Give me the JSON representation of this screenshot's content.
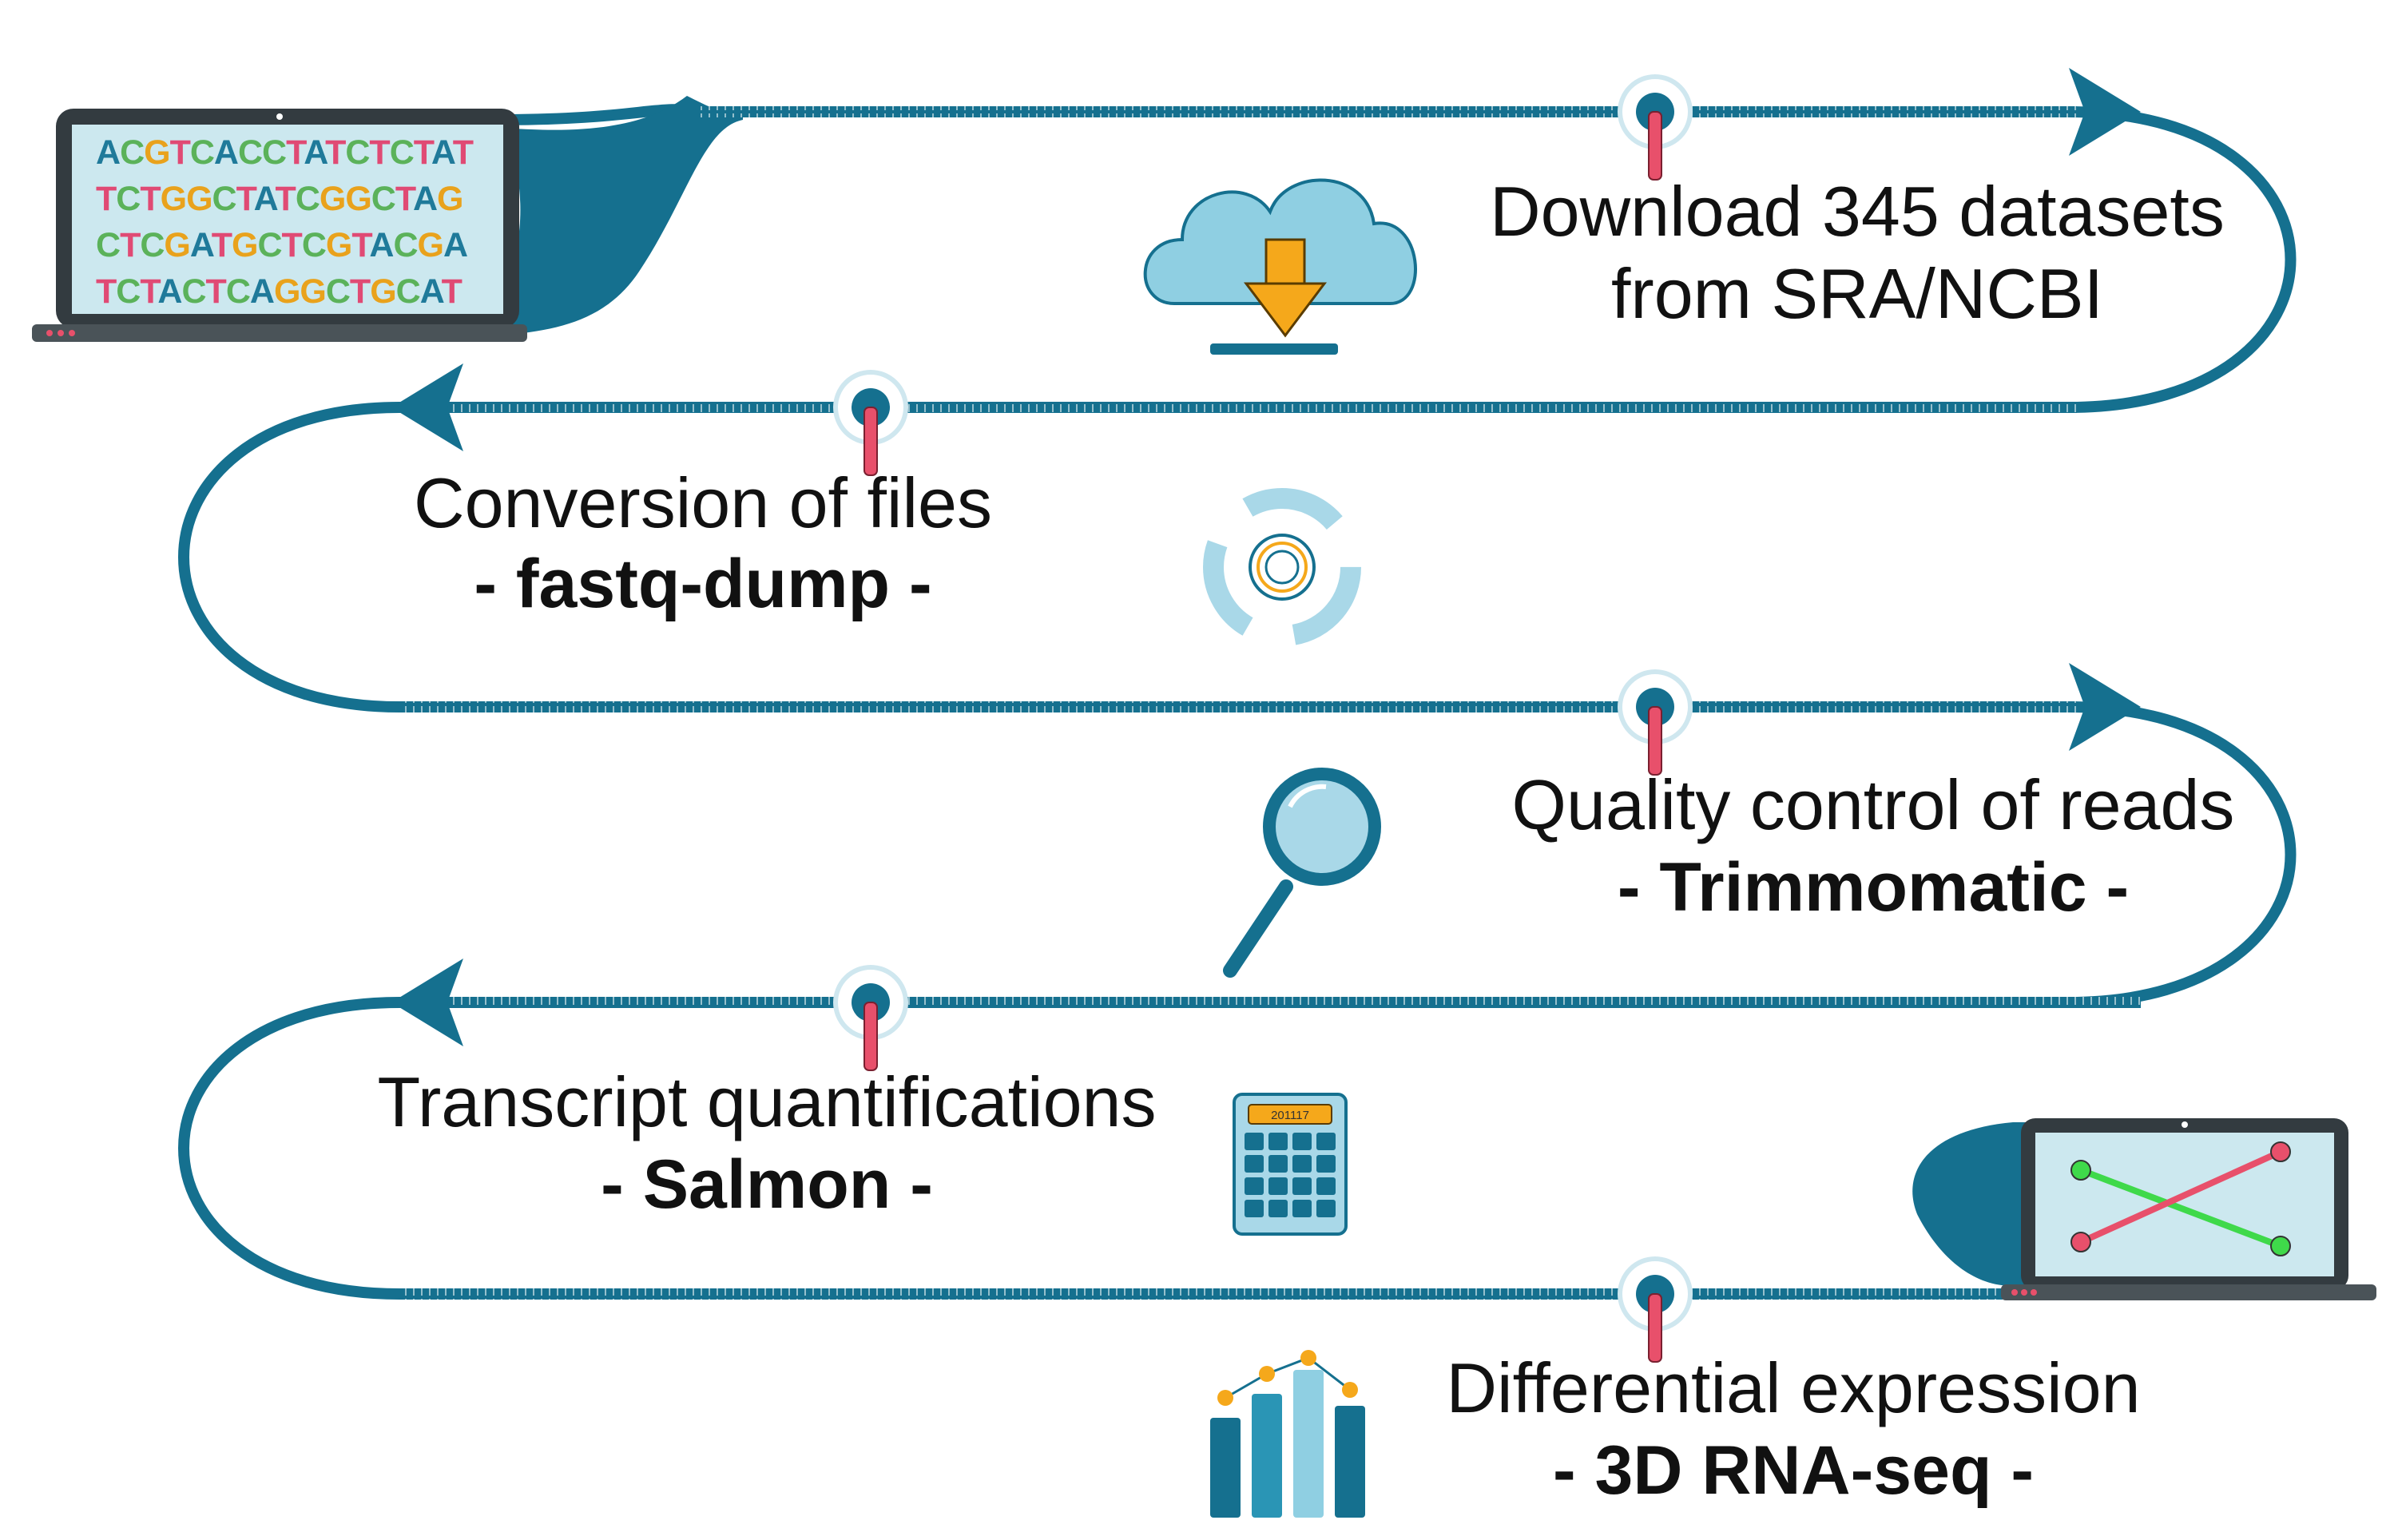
{
  "colors": {
    "path": "#15708f",
    "path_dark": "#0e5570",
    "pin": "#e8506b",
    "cloud": "#8fcfe2",
    "accent": "#f5a81b",
    "light_blue": "#a9d8e8",
    "green": "#3fd94a"
  },
  "laptop_start": {
    "dna_lines": [
      "ACGTCACCTATCTCTAT",
      "TCTGGCTATCGGCTAG",
      "CTCGATGCTCGTACGA",
      "TCTACTCAGGCTGCAT"
    ],
    "dna_colors": [
      "#1f7a9a",
      "#5bb25a",
      "#e9a21c",
      "#e04a74"
    ]
  },
  "steps": [
    {
      "title": "Download 345 datasets",
      "title2": "from SRA/NCBI",
      "icon": "cloud-download-icon"
    },
    {
      "title": "Conversion of files",
      "tool": "- fastq-dump -",
      "icon": "refresh-cycle-icon"
    },
    {
      "title": "Quality control of reads",
      "tool": "- Trimmomatic -",
      "icon": "magnifier-icon"
    },
    {
      "title": "Transcript quantifications",
      "tool": "- Salmon -",
      "icon": "calculator-icon",
      "calc_display": "201117"
    },
    {
      "title": "Differential expression",
      "tool": "- 3D RNA-seq -",
      "icon": "bar-chart-icon"
    }
  ],
  "laptop_end": {
    "icon": "crossing-lines-chart-icon"
  }
}
